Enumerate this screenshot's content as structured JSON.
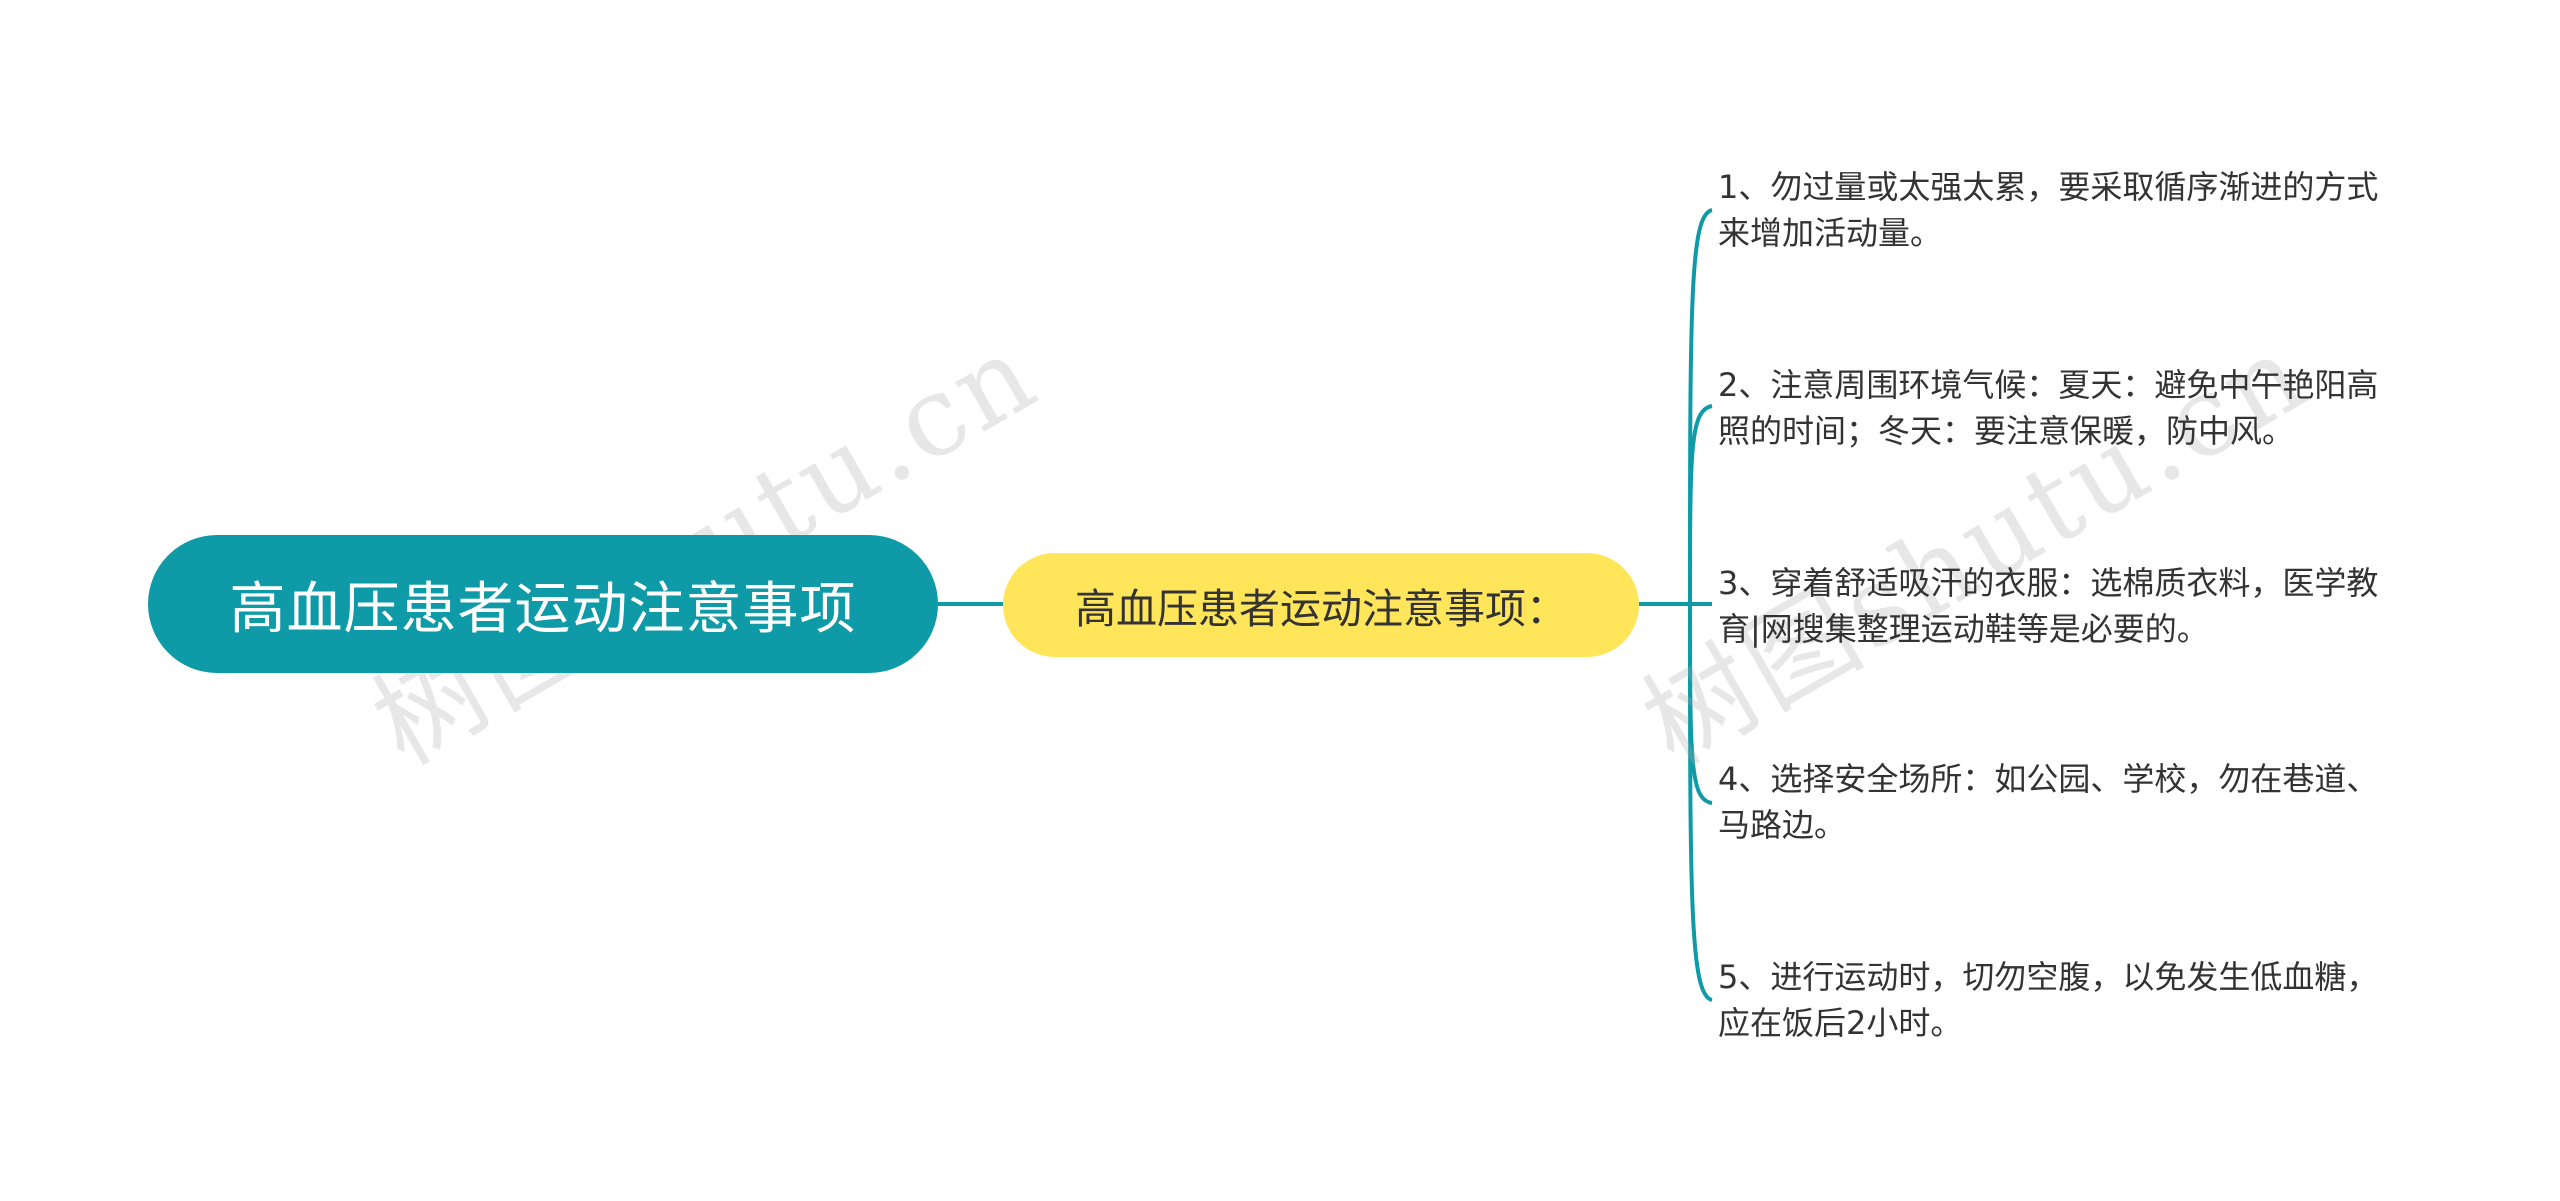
{
  "watermark": {
    "text": "树图shutu.cn"
  },
  "root": {
    "label": "高血压患者运动注意事项"
  },
  "branch": {
    "label": "高血压患者运动注意事项："
  },
  "items": [
    {
      "text": "1、勿过量或太强太累，要采取循序渐进的方式来增加活动量。"
    },
    {
      "text": "2、注意周围环境气候：夏天：避免中午艳阳高照的时间；冬天：要注意保暖，防中风。"
    },
    {
      "text": "3、穿着舒适吸汗的衣服：选棉质衣料，医学教育|网搜集整理运动鞋等是必要的。"
    },
    {
      "text": "4、选择安全场所：如公园、学校，勿在巷道、马路边。"
    },
    {
      "text": "5、进行运动时，切勿空腹，以免发生低血糖，应在饭后2小时。"
    }
  ],
  "colors": {
    "root_fill": "#0e9aa7",
    "branch_fill": "#ffe55a",
    "connector": "#0e9aa7"
  }
}
